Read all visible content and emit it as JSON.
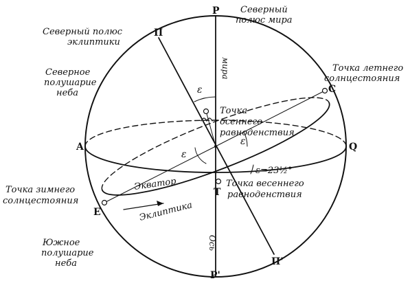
{
  "points": {
    "p": "P",
    "p_prime": "P'",
    "pi": "П",
    "pi_prime": "П'",
    "a": "A",
    "q": "Q",
    "c": "C",
    "e": "E",
    "t": "T"
  },
  "labels": {
    "north_celestial_pole": [
      "Северный",
      "полюс мира"
    ],
    "north_ecliptic_pole": [
      "Северный полюс",
      "эклиптики"
    ],
    "north_hemisphere": [
      "Северное",
      "полушарие",
      "неба"
    ],
    "summer_solstice": [
      "Точка летнего",
      "солнцестояния"
    ],
    "autumn_equinox": [
      "Точка",
      "осеннего",
      "равноденствия"
    ],
    "winter_solstice": [
      "Точка зимнего",
      "солнцестояния"
    ],
    "vernal_equinox": [
      "Точка весеннего",
      "равноденствия"
    ],
    "south_hemisphere": [
      "Южное",
      "полушарие",
      "неба"
    ],
    "equator": "Экватор",
    "ecliptic": "Эклиптика",
    "axis_top": "мира",
    "axis_bottom": "Ось",
    "epsilon": "ε",
    "obliquity": "ε=23½°"
  }
}
